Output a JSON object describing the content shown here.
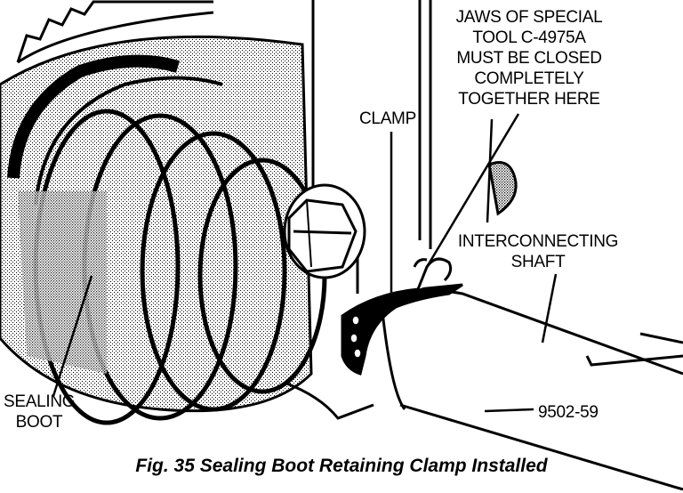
{
  "figure": {
    "labels": {
      "jaws_note": [
        "JAWS OF SPECIAL",
        "TOOL C-4975A",
        "MUST BE CLOSED",
        "COMPLETELY",
        "TOGETHER HERE"
      ],
      "clamp": "CLAMP",
      "interconnecting_shaft": [
        "INTERCONNECTING",
        "SHAFT"
      ],
      "sealing_boot": [
        "SEALING",
        "BOOT"
      ],
      "part_number": "9502-59"
    },
    "caption": "Fig. 35 Sealing Boot Retaining Clamp Installed",
    "colors": {
      "ink": "#000000",
      "paper": "#ffffff"
    }
  }
}
